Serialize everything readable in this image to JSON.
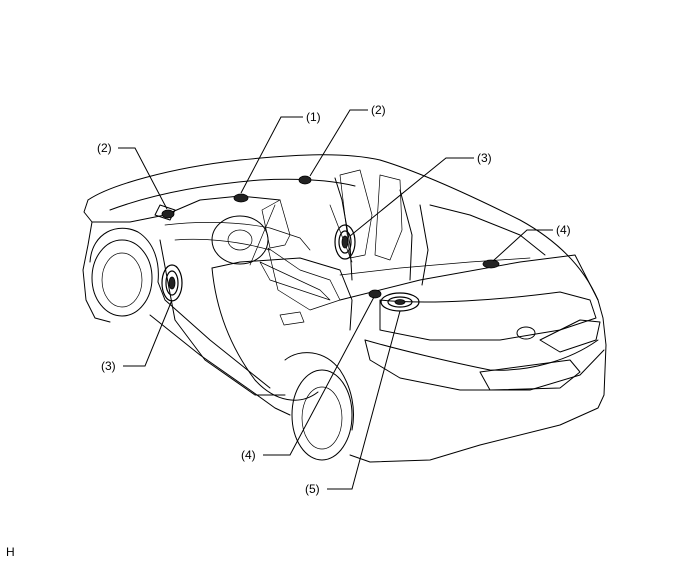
{
  "callouts": {
    "c1": "(1)",
    "c2_top": "(2)",
    "c2_left": "(2)",
    "c3_right": "(3)",
    "c3_left": "(3)",
    "c4_right": "(4)",
    "c4_bottom": "(4)",
    "c5": "(5)"
  },
  "corner_mark": "H"
}
